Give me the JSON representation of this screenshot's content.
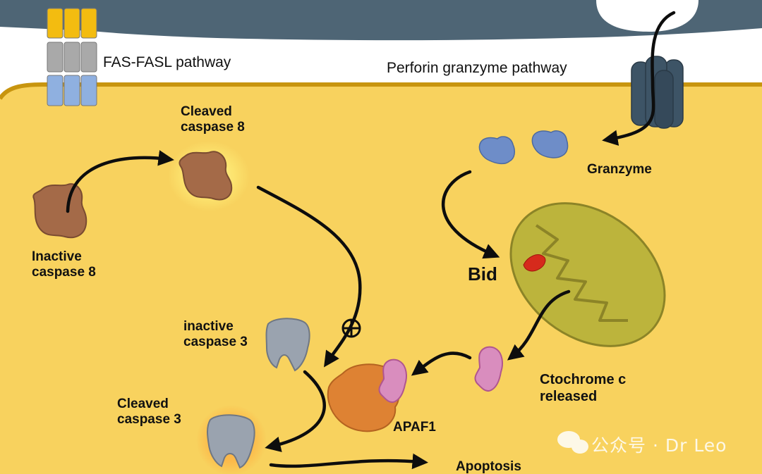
{
  "labels": {
    "fas_fasl_pathway": "FAS-FASL pathway",
    "perforin_granzyme_pathway": "Perforin granzyme pathway",
    "cleaved_caspase8_line1": "Cleaved",
    "cleaved_caspase8_line2": "caspase 8",
    "inactive_caspase8_line1": "Inactive",
    "inactive_caspase8_line2": "caspase 8",
    "granzyme": "Granzyme",
    "bid": "Bid",
    "inactive_caspase3_line1": "inactive",
    "inactive_caspase3_line2": "caspase 3",
    "cleaved_caspase3_line1": "Cleaved",
    "cleaved_caspase3_line2": "caspase 3",
    "cytochrome_line1": "Ctochrome c",
    "cytochrome_line2": "released",
    "apaf1": "APAF1",
    "apoptosis": "Apoptosis"
  },
  "watermark": {
    "text": "公众号 · Dr Leo",
    "icon": "wechat-icon"
  },
  "symbols": {
    "activation_mark": "circled-plus-icon"
  },
  "colors": {
    "cytoplasm": "#F8D25E",
    "membrane_line": "#C8950F",
    "extracellular_top": "#4E6575",
    "fas_receptor_top": "#F3BC10",
    "fas_receptor_mid": "#A9A9A9",
    "fas_receptor_bottom": "#8FB0E0",
    "perforin_pore": "#3D5466",
    "caspase8": "#A46A48",
    "granzyme": "#6E8DC8",
    "mitochondrion": "#BCB43C",
    "caspase3": "#9AA3AF",
    "apaf1": "#DE8233",
    "cytochrome_c": "#D98DBE",
    "bid_marker": "#D62A1C"
  }
}
